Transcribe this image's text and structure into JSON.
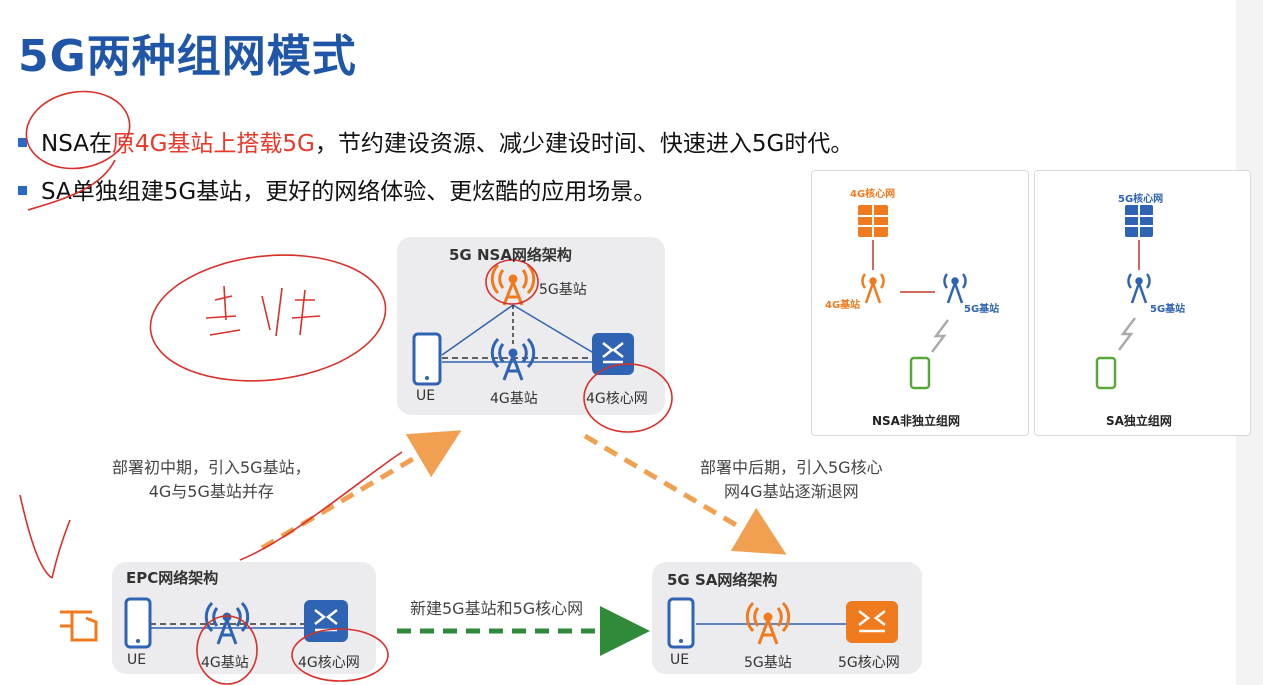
{
  "title": "5G两种组网模式",
  "bullets": [
    {
      "pre": "NSA在",
      "highlight": "原4G基站上搭载5G",
      "post": "，节约建设资源、减少建设时间、快速进入5G时代。"
    },
    {
      "text": "SA单独组建5G基站，更好的网络体验、更炫酷的应用场景。"
    }
  ],
  "nsa_arch": {
    "title": "5G NSA网络架构",
    "ue": "UE",
    "enb4g": "4G基站",
    "gnb5g": "5G基站",
    "core": "4G核心网"
  },
  "epc_arch": {
    "title": "EPC网络架构",
    "ue": "UE",
    "enb4g": "4G基站",
    "core": "4G核心网"
  },
  "sa_arch": {
    "title": "5G SA网络架构",
    "ue": "UE",
    "gnb5g": "5G基站",
    "core": "5G核心网"
  },
  "transitions": {
    "epc_to_nsa": [
      "部署初中期，引入5G基站，",
      "4G与5G基站并存"
    ],
    "nsa_to_sa": [
      "部署中后期，引入5G核心",
      "网4G基站逐渐退网"
    ],
    "epc_to_sa": "新建5G基站和5G核心网"
  },
  "mode_nsa": {
    "core": "4G核心网",
    "enb4g": "4G基站",
    "gnb5g": "5G基站",
    "caption": "NSA非独立组网"
  },
  "mode_sa": {
    "core": "5G核心网",
    "gnb5g": "5G基站",
    "caption": "SA独立组网"
  },
  "colors": {
    "blue": "#2f63b3",
    "orange": "#f07a1e",
    "green": "#5aa83c",
    "red": "#e8392a",
    "dash_orange": "#f0a050",
    "dash_green": "#2f8a3a"
  }
}
